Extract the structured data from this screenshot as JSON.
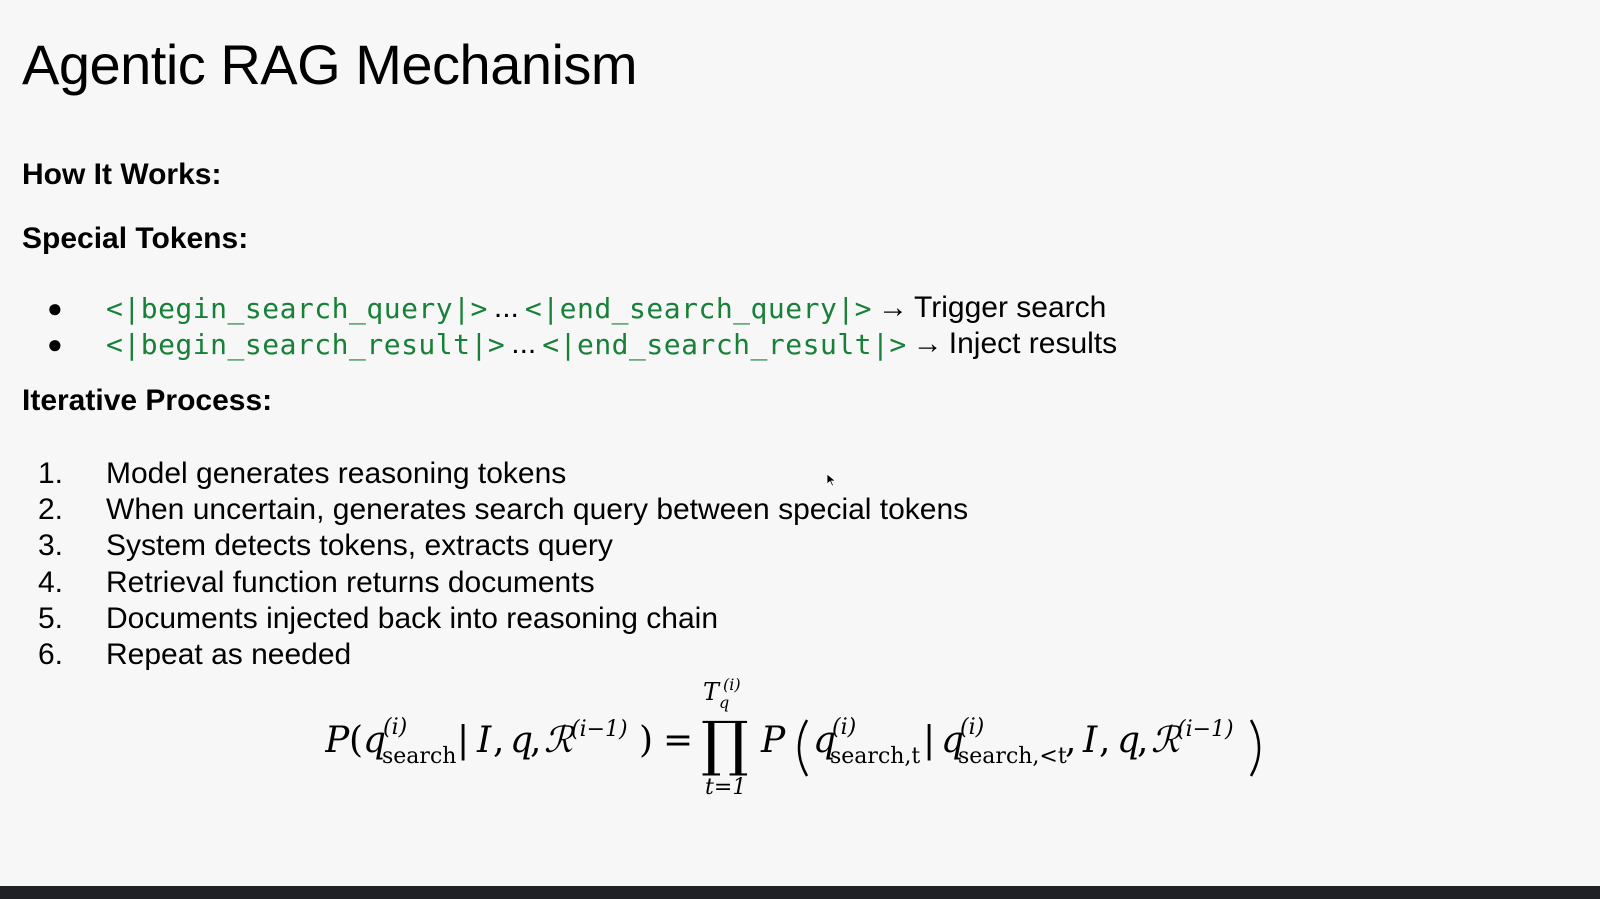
{
  "slide": {
    "title": "Agentic RAG Mechanism",
    "how_it_works_heading": "How It Works:",
    "special_tokens_heading": "Special Tokens:",
    "special_tokens": [
      {
        "begin_token": "<|begin_search_query|>",
        "ellipsis": "...",
        "end_token": "<|end_search_query|>",
        "arrow": "→",
        "description": "Trigger search"
      },
      {
        "begin_token": "<|begin_search_result|>",
        "ellipsis": "...",
        "end_token": "<|end_search_result|>",
        "arrow": "→",
        "description": "Inject results"
      }
    ],
    "iterative_heading": "Iterative Process:",
    "steps": [
      {
        "number": "1.",
        "text": "Model generates reasoning tokens"
      },
      {
        "number": "2.",
        "text": "When uncertain, generates search query between special tokens"
      },
      {
        "number": "3.",
        "text": "System detects tokens, extracts query"
      },
      {
        "number": "4.",
        "text": "Retrieval function returns documents"
      },
      {
        "number": "5.",
        "text": "Documents injected back into reasoning chain"
      },
      {
        "number": "6.",
        "text": "Repeat as needed"
      }
    ],
    "formula": {
      "lhs_P": "P",
      "lhs_open": "(",
      "q": "q",
      "sup_i": "(i)",
      "sub_search": "search",
      "bar": "|",
      "I": "I",
      "comma": ",",
      "R": "ℛ",
      "sup_i_minus_1": "(i−1)",
      "lhs_close": ")",
      "equals": "=",
      "prod": "∏",
      "prod_upper_T": "T",
      "prod_upper_sub": "q",
      "prod_upper_sup": "(i)",
      "prod_lower": "t=1",
      "rhs_P": "P",
      "sub_search_t": "search,t",
      "sub_search_lt": "search,<t"
    }
  },
  "colors": {
    "token_green": "#188038",
    "background": "#f7f7f7",
    "bottom_bar": "#202124"
  }
}
